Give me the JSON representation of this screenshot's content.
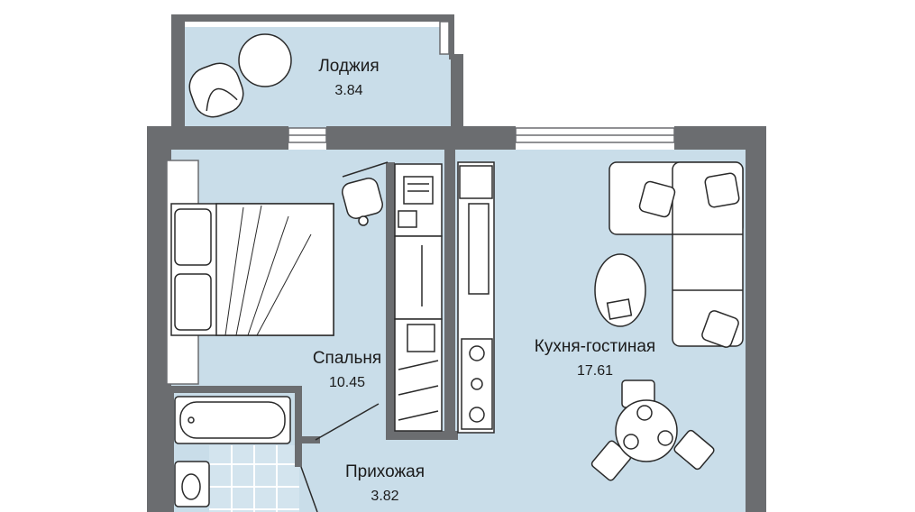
{
  "rooms": {
    "loggia": {
      "name": "Лоджия",
      "area": "3.84"
    },
    "bedroom": {
      "name": "Спальня",
      "area": "10.45"
    },
    "kitchen": {
      "name": "Кухня-гостиная",
      "area": "17.61"
    },
    "hallway": {
      "name": "Прихожая",
      "area": "3.82"
    }
  },
  "colors": {
    "floor": "#c9dde9",
    "wall": "#6b6d70",
    "furniture_fill": "#ffffff",
    "line": "#2a2a2a"
  }
}
